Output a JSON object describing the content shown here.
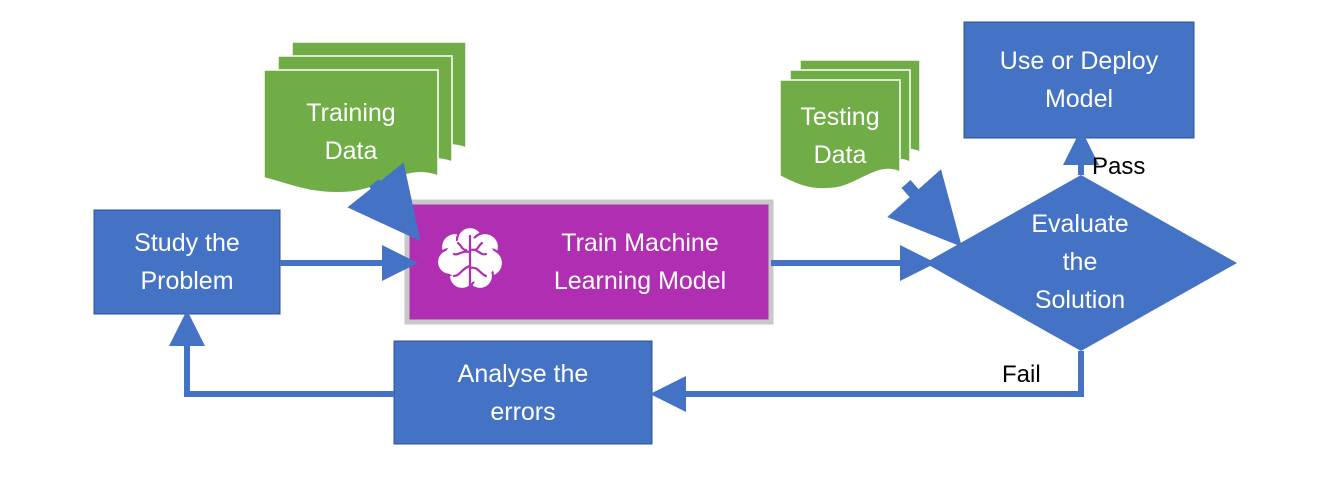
{
  "diagram": {
    "nodes": {
      "study": {
        "label": "Study the\nProblem"
      },
      "training_data": {
        "label": "Training\nData"
      },
      "train_model": {
        "label": "Train Machine\nLearning Model",
        "icon": "brain-icon"
      },
      "testing_data": {
        "label": "Testing\nData"
      },
      "evaluate": {
        "label": "Evaluate\nthe\nSolution"
      },
      "deploy": {
        "label": "Use or Deploy\nModel"
      },
      "analyse": {
        "label": "Analyse the\nerrors"
      }
    },
    "edges": {
      "pass_label": "Pass",
      "fail_label": "Fail"
    },
    "colors": {
      "process_blue": "#4472C4",
      "data_green": "#70AD47",
      "train_purple": "#B02EB2",
      "train_border": "#C8C8C8",
      "arrow_blue": "#4472C4"
    }
  }
}
